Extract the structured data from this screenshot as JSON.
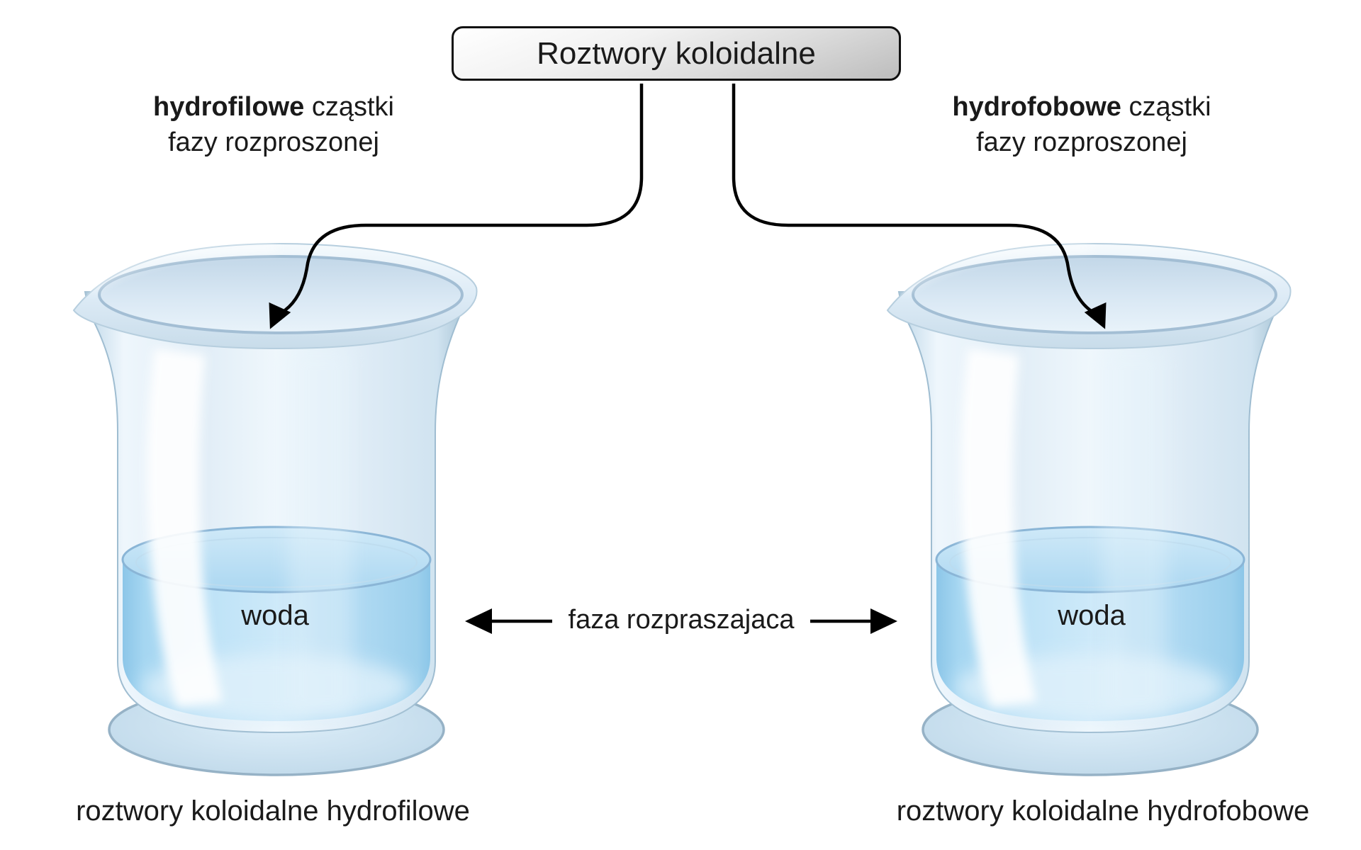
{
  "title_box": {
    "label": "Roztwory koloidalne"
  },
  "labels": {
    "left_particles": {
      "bold": "hydrofilowe",
      "rest": "cząstki",
      "line2": "fazy rozproszonej"
    },
    "right_particles": {
      "bold": "hydrofobowe",
      "rest": "cząstki",
      "line2": "fazy rozproszonej"
    },
    "dispersing_phase": "faza rozpraszajaca",
    "left_beaker_content": "woda",
    "right_beaker_content": "woda",
    "left_caption": "roztwory koloidalne hydrofilowe",
    "right_caption": "roztwory koloidalne hydrofobowe"
  },
  "colors": {
    "water": "#aed9f2",
    "glass": "#e9f3fa",
    "glass_edge": "#9fbdd1",
    "box_fill_top": "#ffffff",
    "box_fill_bottom": "#bdbdbd",
    "box_border": "#111111",
    "arrow": "#000000",
    "text": "#1a1a1a"
  }
}
